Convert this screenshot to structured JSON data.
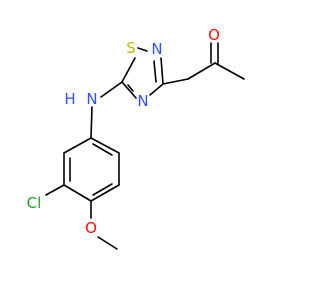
{
  "colors": {
    "carbon": "#000000",
    "nitrogen": "#3050F8",
    "oxygen": "#FF0D0D",
    "sulfur": "#C9B700",
    "chlorine": "#1FA01F"
  },
  "atoms": {
    "o_ketone": "O",
    "s_ring": "S",
    "n_ring_top": "N",
    "n_ring_bottom": "N",
    "h_amine": "H",
    "n_amine": "N",
    "cl": "Cl",
    "o_methoxy": "O"
  }
}
